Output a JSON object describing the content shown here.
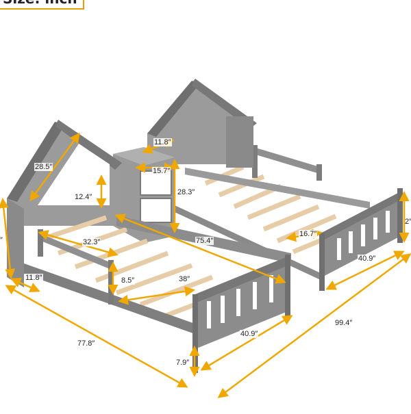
{
  "header": {
    "size_label": "Size: inch"
  },
  "colors": {
    "frame": "#8a8a8a",
    "frame_dark": "#6f6f6f",
    "frame_light": "#a3a3a3",
    "slat": "#e6cda8",
    "arrow": "#f0a800"
  },
  "dimensions": {
    "roof_slope": "28.5″",
    "shelf_top_depth": "11.8″",
    "shelf_width": "15.7″",
    "window_height": "12.4″",
    "shelf_height": "28.3″",
    "side_rail_left": "32.3″",
    "overall_length": "75.4″",
    "left_height": "″",
    "base_depth": "11.8″",
    "guard_height": "8.5″",
    "inner_length": "38″",
    "footboard_right": "16.7″",
    "right_height": "2″",
    "width_right": "40.9″",
    "width_left": "40.9″",
    "total_width": "99.4″",
    "total_length": "77.8″",
    "leg_height": "7.9″"
  }
}
